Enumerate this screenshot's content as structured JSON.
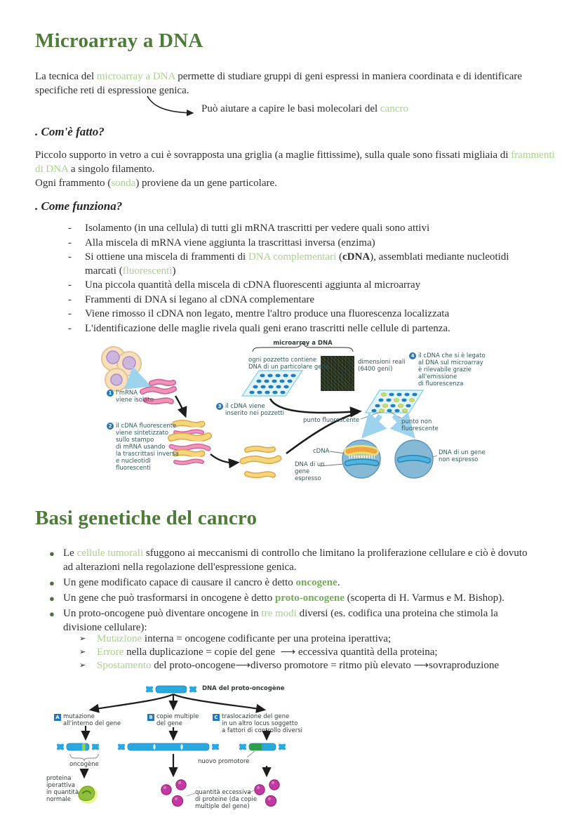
{
  "colors": {
    "heading_green": "#4f7b3a",
    "light_green": "#a9d18e",
    "bold_green": "#74ab55",
    "body_text": "#2f2f2f",
    "diagram_label_teal": "#35575a",
    "badge_blue": "#2278bb",
    "plate_dot_blue": "#1f7fc0",
    "fluorescent_dot_green": "#cede63",
    "strand_pink": "#ee85b0",
    "strand_yellow": "#f3cf72",
    "strand_blue": "#45aede",
    "chromosome_blue": "#2aa9e1",
    "new_promoter_green": "#2f9e49",
    "protein_magenta": "#c23aa0",
    "protein_green": "#90bf3c"
  },
  "s1": {
    "title": "Microarray a DNA",
    "intro": [
      {
        "t": "La tecnica del "
      },
      {
        "t": "microarray a DNA",
        "c": "gl"
      },
      {
        "t": " permette di studiare gruppi di geni espressi in maniera coordinata e di identificare specifiche reti di espressione genica."
      }
    ],
    "note": [
      {
        "t": "Può aiutare a capire le basi molecolari del "
      },
      {
        "t": "cancro",
        "c": "gl"
      }
    ],
    "sub1": {
      "heading": ". Com'è fatto?",
      "body": [
        {
          "t": "Piccolo supporto in vetro a cui è sovrapposta una griglia (a maglie fittissime), sulla quale sono fissati migliaia di "
        },
        {
          "t": "frammenti di DNA",
          "c": "gl"
        },
        {
          "t": " a singolo filamento.\nOgni frammento ("
        },
        {
          "t": "sonda",
          "c": "gl"
        },
        {
          "t": ") proviene da un gene particolare."
        }
      ]
    },
    "sub2": {
      "heading": ". Come funziona?",
      "marker": "-",
      "bullets": [
        [
          {
            "t": "Isolamento (in una cellula) di tutti gli mRNA trascritti per vedere quali sono attivi"
          }
        ],
        [
          {
            "t": "Alla miscela di mRNA viene aggiunta la trascrittasi inversa (enzima)"
          }
        ],
        [
          {
            "t": "Si ottiene una miscela di frammenti di "
          },
          {
            "t": "DNA complementari",
            "c": "gl"
          },
          {
            "t": " ("
          },
          {
            "t": "cDNA",
            "c": "b"
          },
          {
            "t": "), assemblati mediante nucleotidi marcati ("
          },
          {
            "t": "fluorescenti",
            "c": "gl"
          },
          {
            "t": ")"
          }
        ],
        [
          {
            "t": "Una piccola quantità della miscela di cDNA fluorescenti aggiunta al microarray"
          }
        ],
        [
          {
            "t": "Frammenti di DNA si legano al cDNA complementare"
          }
        ],
        [
          {
            "t": "Viene rimosso il cDNA non legato, mentre l'altro produce una fluorescenza localizzata"
          }
        ],
        [
          {
            "t": "L'identificazione delle maglie rivela quali geni erano trascritti nelle cellule di partenza."
          }
        ]
      ]
    }
  },
  "d1": {
    "title": "microarray a DNA",
    "steps": [
      {
        "n": "1",
        "t": "l'mRNA\nviene isolato"
      },
      {
        "n": "2",
        "t": "il cDNA fluorescente\nviene sintetizzato\nsullo stampo\ndi mRNA usando\nla trascrittasi inversa\ne nucleotidi fluorescenti"
      },
      {
        "n": "3",
        "t": "il cDNA viene\ninserito nei pozzetti"
      },
      {
        "n": "4",
        "t": "il cDNA che si è legato\nal DNA sul microarray\nè rilevabile grazie\nall'emissione\ndi fluorescenza"
      }
    ],
    "well_note": "ogni pozzetto contiene\nDNA di un particolare gene",
    "real_size": "dimensioni reali\n(6400 geni)",
    "punto_fluo": "punto fluorescente",
    "punto_non_fluo": "punto non\nfluorescente",
    "cdna": "cDNA",
    "gene_espresso": "DNA di un\ngene espresso",
    "gene_non_espresso": "DNA di un gene\nnon espresso"
  },
  "s2": {
    "title": "Basi genetiche del cancro",
    "bullets": [
      [
        {
          "t": "Le "
        },
        {
          "t": "cellule tumorali",
          "c": "gl"
        },
        {
          "t": " sfuggono ai meccanismi di controllo che limitano la proliferazione cellulare e ciò è dovuto ad alterazioni nella regolazione dell'espressione genica."
        }
      ],
      [
        {
          "t": "Un gene modificato capace di causare il cancro è detto "
        },
        {
          "t": "oncogene",
          "c": "gb"
        },
        {
          "t": "."
        }
      ],
      [
        {
          "t": "Un gene che può trasformarsi in oncogene è detto "
        },
        {
          "t": "proto-oncogene",
          "c": "gb"
        },
        {
          "t": " (scoperta di H. Varmus e M. Bishop)."
        }
      ],
      [
        {
          "t": "Un proto-oncogene può diventare oncogene in "
        },
        {
          "t": "tre modi",
          "c": "gl"
        },
        {
          "t": " diversi (es. codifica una proteina che stimola la divisione cellulare):"
        }
      ]
    ],
    "sub_marker": "➢",
    "subbullets": [
      [
        {
          "t": "Mutazione",
          "c": "gl"
        },
        {
          "t": " interna = oncogene codificante per una proteina iperattiva;"
        }
      ],
      [
        {
          "t": "Errore",
          "c": "gl"
        },
        {
          "t": " nella duplicazione = copie del gene  ⟶ eccessiva quantità della proteina;"
        }
      ],
      [
        {
          "t": "Spostamento",
          "c": "gl"
        },
        {
          "t": " del proto-oncogene⟶diverso promotore = ritmo più elevato ⟶sovraproduzione"
        }
      ]
    ]
  },
  "d2": {
    "dna_label": "DNA del proto-oncogène",
    "a": {
      "badge": "A",
      "t": "mutazione\nall'interno del gene"
    },
    "b": {
      "badge": "B",
      "t": "copie multiple\ndel gene"
    },
    "c": {
      "badge": "C",
      "t": "traslocazione del gene\nin un altro locus soggetto\na fattori di controllo diversi"
    },
    "oncogene": "oncogène",
    "nuovo_promotore": "nuovo promotore",
    "proteina": "proteina\niperattiva\nin quantità\nnormale",
    "quantita": "quantità eccessiva\ndi proteine (da copie\nmultiple del gene)"
  }
}
